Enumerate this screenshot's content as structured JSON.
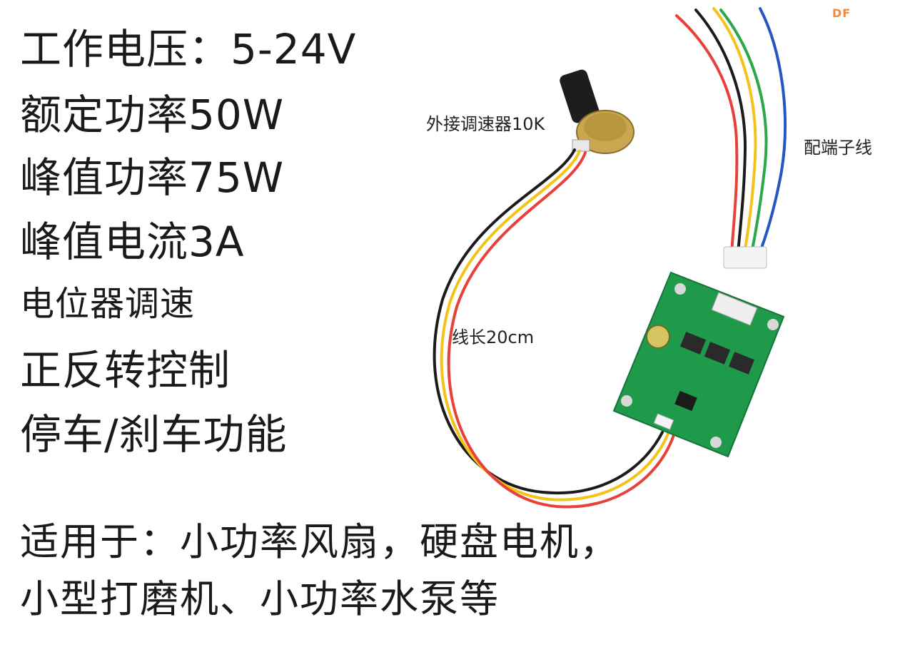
{
  "specs": [
    "工作电压：5-24V",
    "额定功率50W",
    "峰值功率75W",
    "峰值电流3A",
    "电位器调速",
    "正反转控制",
    "停车/刹车功能"
  ],
  "application": {
    "line1": "适用于：小功率风扇，硬盘电机，",
    "line2": "小型打磨机、小功率水泵等"
  },
  "labels": {
    "potentiometer": "外接调速器10K",
    "terminal_wire": "配端子线",
    "wire_length": "线长20cm"
  },
  "watermark": "DF",
  "colors": {
    "pcb_green": "#1f9a4a",
    "wire_red": "#e8403a",
    "wire_yellow": "#f2c318",
    "wire_black": "#1b1b1b",
    "wire_green": "#2aa84a",
    "wire_blue": "#2456c4",
    "watermark": "#f08a3c"
  }
}
